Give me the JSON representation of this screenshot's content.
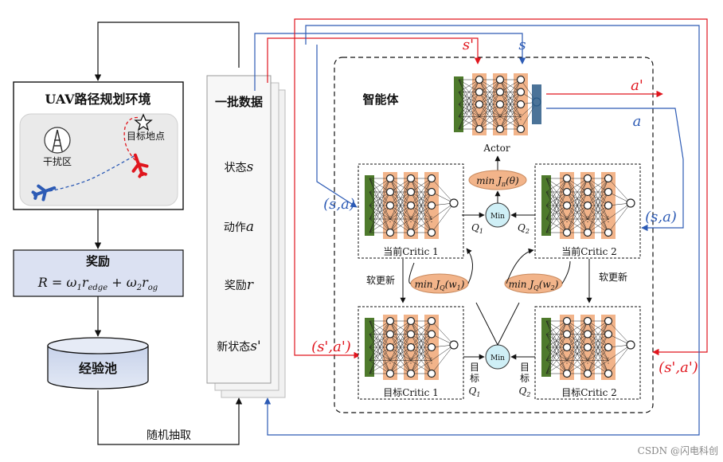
{
  "env": {
    "title": "UAV路径规划环境",
    "target": "目标地点",
    "interference": "干扰区"
  },
  "reward": {
    "title": "奖励",
    "formula_left": "R = ",
    "w1": "ω",
    "w1_sub": "1",
    "r_edge": "r",
    "r_edge_sub": "edge",
    "plus": " + ",
    "w2": "ω",
    "w2_sub": "2",
    "r_og": "r",
    "r_og_sub": "og"
  },
  "pool": {
    "title": "经验池"
  },
  "sample": {
    "label": "随机抽取"
  },
  "batch": {
    "title": "一批数据",
    "items": [
      {
        "text": "状态",
        "var": "s"
      },
      {
        "text": "动作",
        "var": "a"
      },
      {
        "text": "奖励",
        "var": "r"
      },
      {
        "text": "新状态",
        "var": "s'"
      }
    ]
  },
  "agent": {
    "title": "智能体"
  },
  "actor": {
    "label": "Actor",
    "s_prime": "s'",
    "s": "s",
    "a_prime": "a'",
    "a": "a"
  },
  "critic": {
    "current1": "当前Critic 1",
    "current2": "当前Critic 2",
    "target1": "目标Critic 1",
    "target2": "目标Critic 2"
  },
  "ops": {
    "min": "Min",
    "min_actor": "min J",
    "min_actor_sub": "π",
    "min_actor_arg": "(θ)",
    "min_c1": "min J",
    "min_c1_sub": "Q",
    "min_c1_arg": "(w",
    "min_c1_arg_sub": "1",
    "min_c2": "min J",
    "min_c2_sub": "Q",
    "min_c2_arg": "(w",
    "min_c2_arg_sub": "2",
    "q1": "Q",
    "q1_sub": "1",
    "q2": "Q",
    "q2_sub": "2",
    "target_q1": [
      "目",
      "标"
    ],
    "target_q2": [
      "目",
      "标"
    ]
  },
  "soft_update": "软更新",
  "inputs": {
    "sa": "(s,a)",
    "sa_right": "(s,a)",
    "spap": "(s',a')",
    "spap_right": "(s',a')"
  },
  "watermark": "CSDN @闪电科创",
  "colors": {
    "red": "#e0161e",
    "blue": "#2d5bb5",
    "orange": "#f2b48a",
    "green": "#4e7a2c",
    "dblue": "#2b5a86"
  }
}
